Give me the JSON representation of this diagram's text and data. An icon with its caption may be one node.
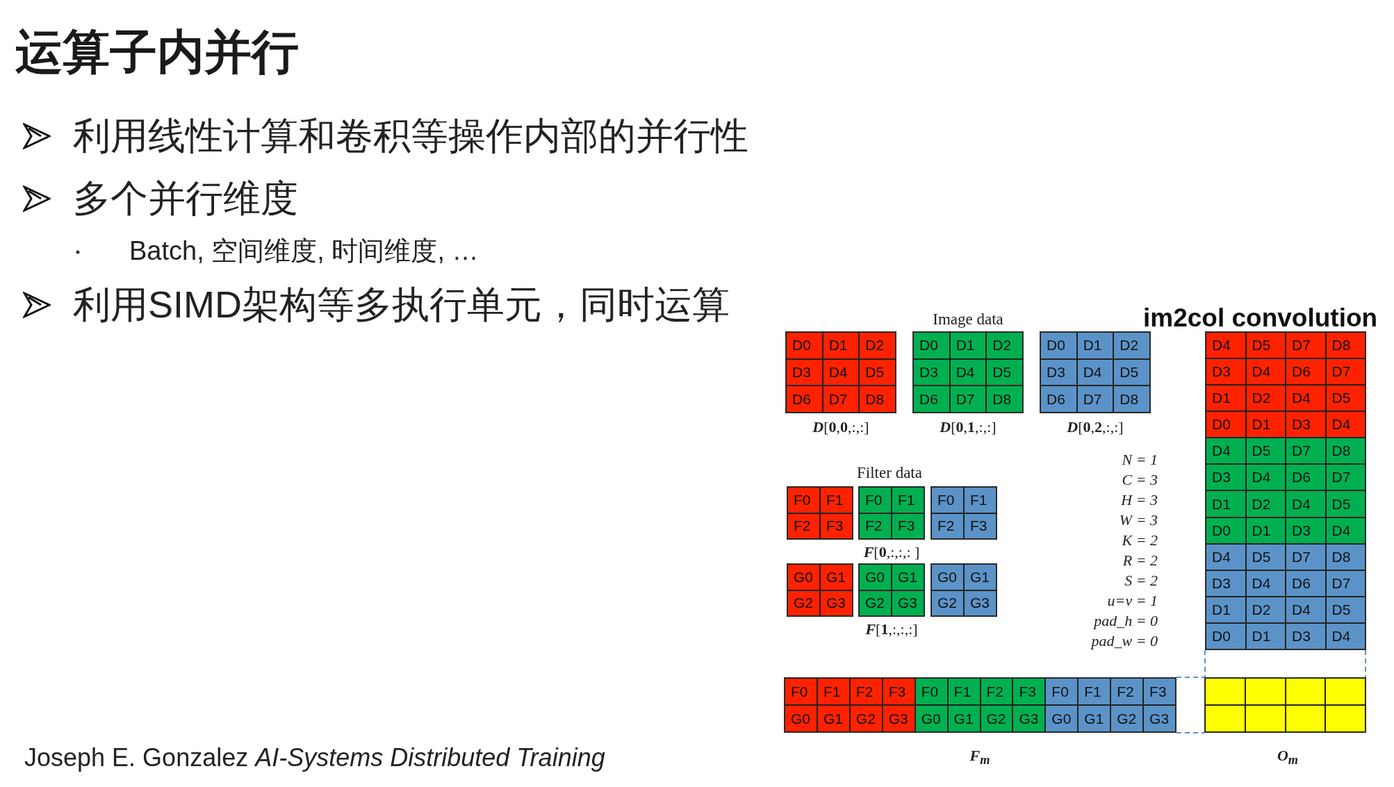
{
  "diagram": {
    "title": "运算子内并行",
    "nodes": [
      {
        "text": [
          "D0",
          "D1",
          "D2",
          "D3",
          "D4",
          "D5",
          "D6",
          "D7",
          "D8"
        ],
        "beside": [
          "**D**[**0**,**0**,:,:]"
        ]
      },
      {
        "text": [
          "D0",
          "D1",
          "D2",
          "D3",
          "D4",
          "D5",
          "D6",
          "D7",
          "D8"
        ],
        "beside": [
          "**D**[**0**,**1**,:,:]"
        ]
      },
      {
        "text": [
          "D0",
          "D1",
          "D2",
          "D3",
          "D4",
          "D5",
          "D6",
          "D7",
          "D8"
        ],
        "beside": [
          "**D**[**0**,**2**,:,:]"
        ]
      },
      {
        "text": [
          "F0",
          "F1",
          "F2",
          "F3"
        ]
      },
      {
        "text": [
          "F0",
          "F1",
          "F2",
          "F3"
        ],
        "beside": [
          "**F**[**0**,:,:,: ]"
        ]
      },
      {
        "text": [
          "F0",
          "F1",
          "F2",
          "F3"
        ]
      },
      {
        "text": [
          "G0",
          "G1",
          "G2",
          "G3"
        ]
      },
      {
        "text": [
          "G0",
          "G1",
          "G2",
          "G3"
        ],
        "beside": [
          "**F**[**1**,:,:,:]"
        ]
      },
      {
        "text": [
          "G0",
          "G1",
          "G2",
          "G3"
        ]
      },
      {
        "text": [
          "D4",
          "D5",
          "D7",
          "D8",
          "D3",
          "D4",
          "D6",
          "D7",
          "D1",
          "D2",
          "D4",
          "D5",
          "D0",
          "D1",
          "D3",
          "D4",
          "D4",
          "D5",
          "D7",
          "D8",
          "D3",
          "D4",
          "D6",
          "D7",
          "D1",
          "D2",
          "D4",
          "D5",
          "D0",
          "D1",
          "D3",
          "D4",
          "D4",
          "D5",
          "D7",
          "D8",
          "D3",
          "D4",
          "D6",
          "D7",
          "D1",
          "D2",
          "D4",
          "D5",
          "D0",
          "D1",
          "D3",
          "D4"
        ]
      },
      {
        "text": [
          "F0",
          "F1",
          "F2",
          "F3",
          "F0",
          "F1",
          "F2",
          "F3",
          "F0",
          "F1",
          "F2",
          "F3",
          "G0",
          "G1",
          "G2",
          "G3",
          "G0",
          "G1",
          "G2",
          "G3",
          "G0",
          "G1",
          "G2",
          "G3"
        ],
        "beside": [
          "F$_{m}$"
        ]
      },
      {
        "text": [],
        "shape": "box",
        "beside": [
          "O$_{m}$"
        ]
      }
    ],
    "edges": [
      {
        "from": 10,
        "to": 11,
        "arrow": "none",
        "style": "dashed"
      },
      {
        "from": 9,
        "to": 11,
        "arrow": "none",
        "style": "dashed"
      }
    ],
    "labels": [
      "利用线性计算和卷积等操作内部的并行性",
      "多个并行维度",
      "Batch, 空间维度, 时间维度, …",
      "利用SIMD架构等多执行单元，同时运算",
      "Image data",
      "im2col convolution",
      "Filter data",
      "N = 1",
      "C = 3",
      "H = 3",
      "W = 3",
      "K = 2",
      "R = 2",
      "S = 2",
      "u=v = 1",
      "pad_h = 0",
      "pad_w = 0",
      "Joseph E. Gonzalez *AI-Systems Distributed Training*"
    ]
  }
}
